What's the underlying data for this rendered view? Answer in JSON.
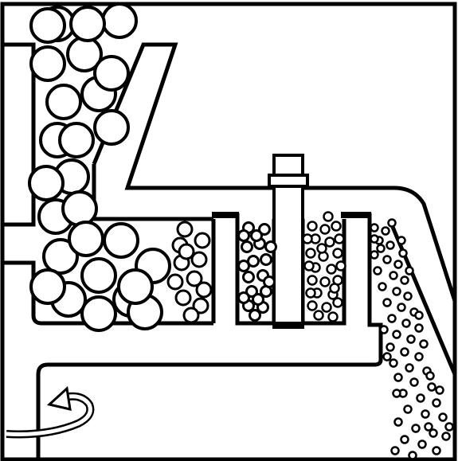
{
  "diagram": {
    "stroke_color": "#000000",
    "fill_color": "#ffffff"
  },
  "groups": {
    "feed_large_particles": {
      "size": "large",
      "count": 27
    },
    "chamber1_small_particles": {
      "size": "small",
      "count": 12
    },
    "chamber2_particles": {
      "size": "tiny",
      "count": 20
    },
    "chamber3_particles": {
      "size": "tiny",
      "count": 28
    },
    "outlet_particles": {
      "size": "tiny",
      "count": 60
    }
  },
  "icons": {
    "rotation": "rotation-arrow-icon"
  }
}
